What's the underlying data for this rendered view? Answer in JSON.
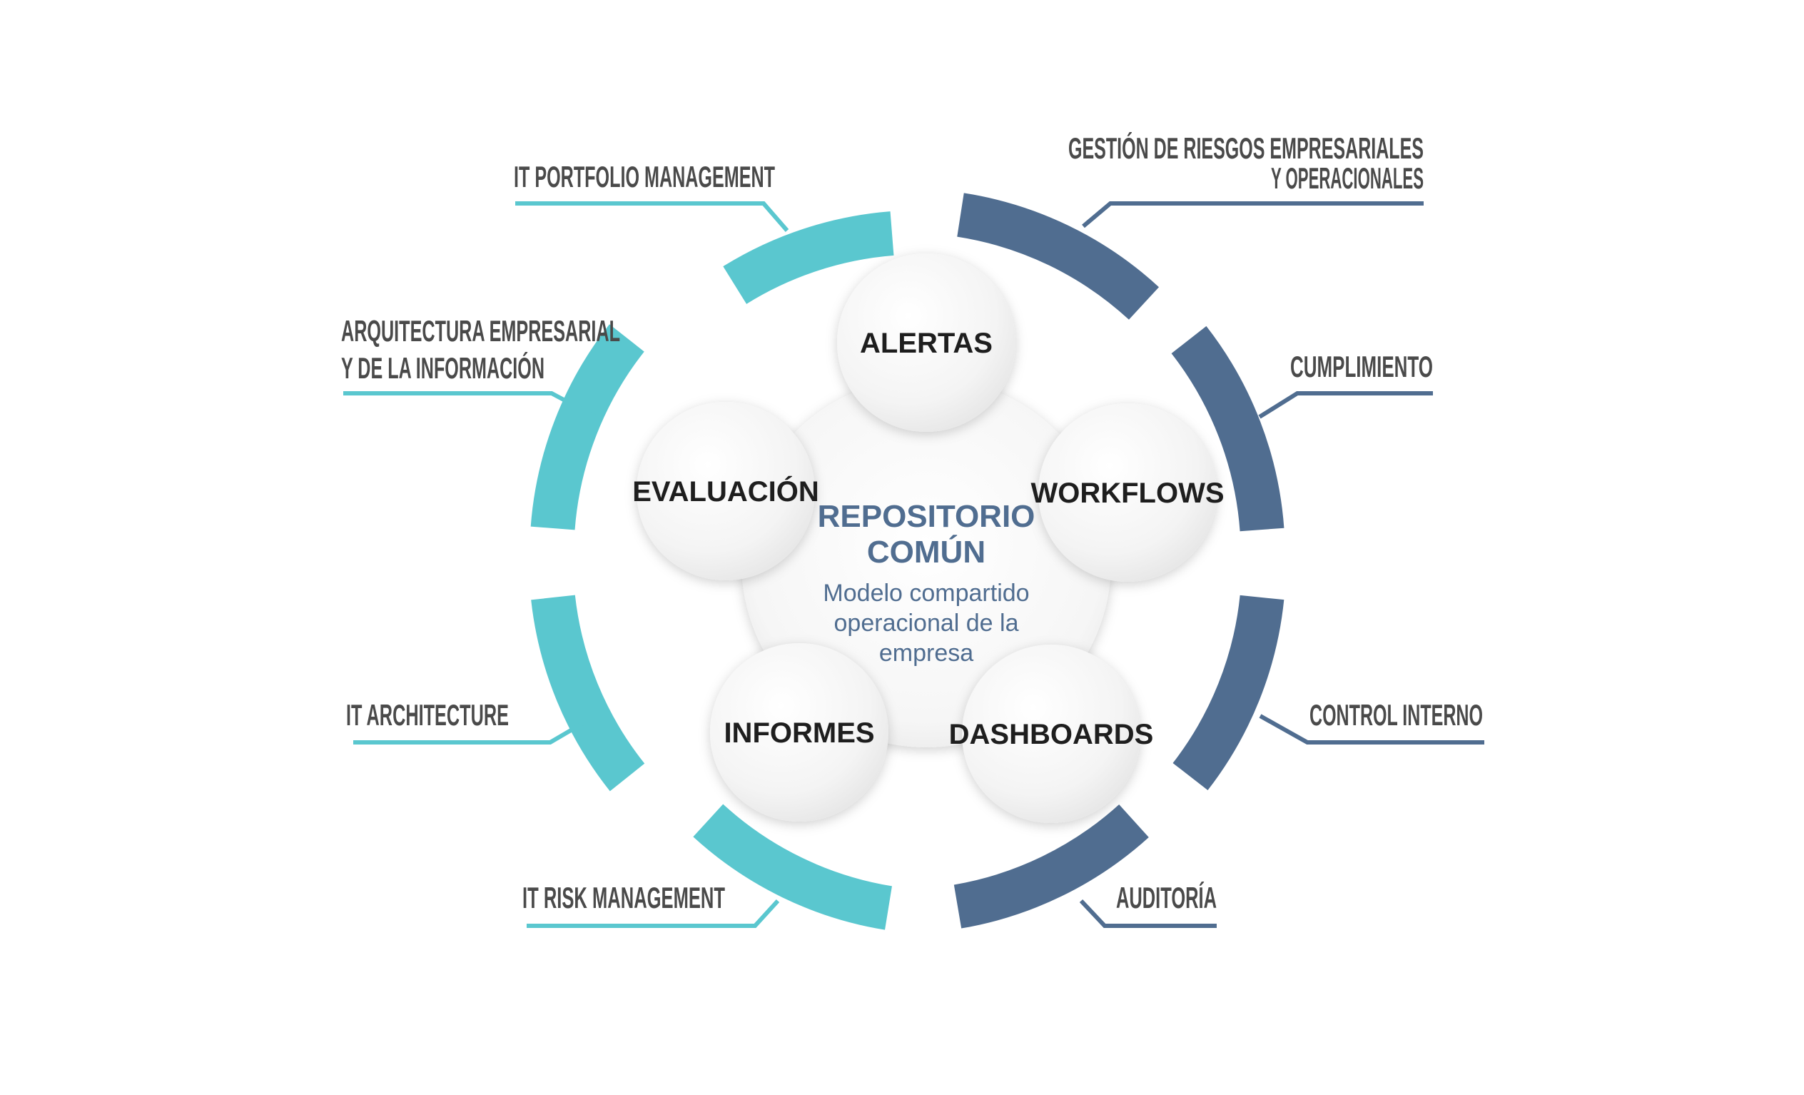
{
  "colors": {
    "left_accent": "#5ac7cf",
    "right_accent": "#506d90",
    "label_text": "#4a4a4a",
    "node_text": "#1e1e1e",
    "center_text": "#506d90"
  },
  "center": {
    "title_line1": "REPOSITORIO",
    "title_line2": "COMÚN",
    "subtitle_line1": "Modelo compartido",
    "subtitle_line2": "operacional de la",
    "subtitle_line3": "empresa"
  },
  "nodes": {
    "alertas": "ALERTAS",
    "workflows": "WORKFLOWS",
    "dashboards": "DASHBOARDS",
    "informes": "INFORMES",
    "evaluacion": "EVALUACIÓN"
  },
  "left_labels": {
    "portfolio": "IT PORTFOLIO MANAGEMENT",
    "arquitectura_line1": "ARQUITECTURA EMPRESARIAL",
    "arquitectura_line2": "Y DE LA INFORMACIÓN",
    "architecture": "IT ARCHITECTURE",
    "risk": "IT RISK MANAGEMENT"
  },
  "right_labels": {
    "riesgos_line1": "GESTIÓN DE RIESGOS EMPRESARIALES",
    "riesgos_line2": "Y OPERACIONALES",
    "cumplimiento": "CUMPLIMIENTO",
    "control": "CONTROL INTERNO",
    "auditoria": "AUDITORÍA"
  }
}
